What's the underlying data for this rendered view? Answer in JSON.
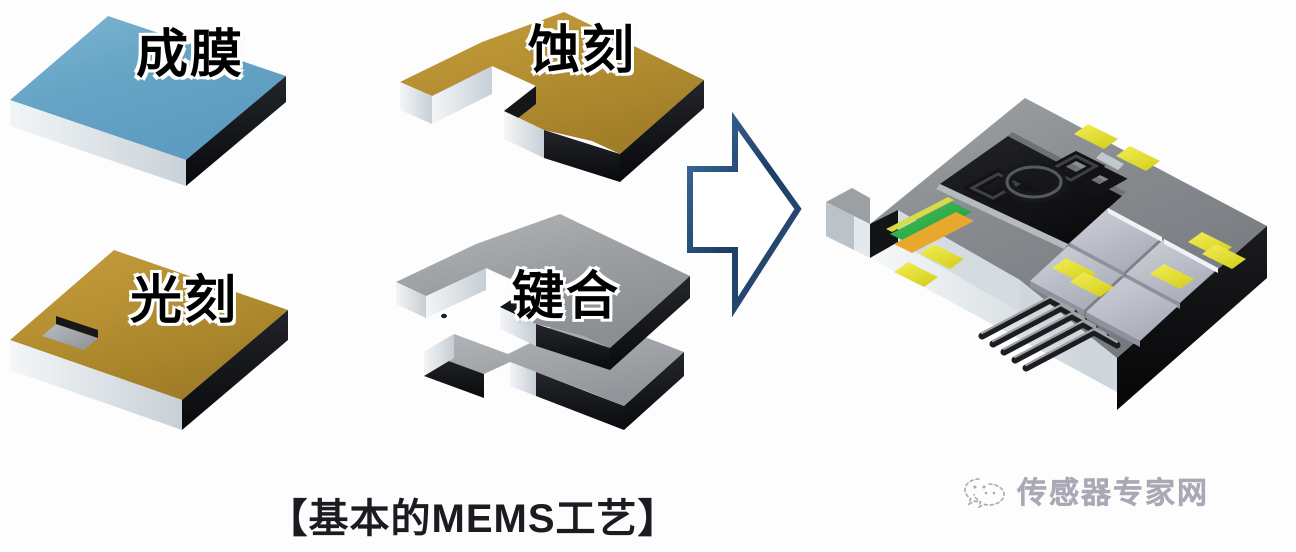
{
  "background_color": "#fdfdfe",
  "caption": {
    "text": "【基本的MEMS工艺】"
  },
  "watermark": {
    "logo_icon": "wechat-bubble-icon",
    "text": "传感器专家网",
    "color": "#3a3550"
  },
  "flow": {
    "arrow": {
      "icon": "block-arrow-right-icon",
      "stroke_color": "#24486f",
      "fill_color": "#ffffff",
      "direction": "right"
    }
  },
  "steps": [
    {
      "id": "deposition",
      "label": "成膜",
      "description": "blue thin-film coated wafer slab",
      "top_color": "#6ba9c9",
      "side_color": "#111115",
      "base_color": "#e8eef2"
    },
    {
      "id": "lithography",
      "label": "光刻",
      "description": "gold photoresist wafer with rectangular opening",
      "top_color": "#b58f31",
      "side_color": "#111115",
      "base_color": "#e8eef2",
      "groove_color": "#9aa0a4"
    },
    {
      "id": "etching",
      "label": "蚀刻",
      "description": "gold wafer with notch etched from left edge",
      "top_color": "#b58f31",
      "side_color": "#111115",
      "base_color": "#e8eef2"
    },
    {
      "id": "bonding",
      "label": "键合",
      "description": "two grey silicon plates stacked for bonding",
      "top_color": "#9fa3a6",
      "side_color": "#111115",
      "base_color": "#e8eef2"
    }
  ],
  "result": {
    "id": "mems-device",
    "description": "finished MEMS chip with coil cavity, comb fingers, bond pads and capacitor plates",
    "substrate_color": "#7e8285",
    "substrate_top_color": "#8f9396",
    "substrate_side_color": "#0e0e10",
    "bond_pad_color": "#e8e23a",
    "capacitor_plate_color": "#b9bcc6",
    "trace_green_color": "#2aa342",
    "trace_orange_color": "#e8a82b",
    "coil_color": "#1a1a1c",
    "features": {
      "bond_pads": 9,
      "capacitor_plates": 4,
      "comb_fingers": 5,
      "coil_loops": 4
    }
  }
}
